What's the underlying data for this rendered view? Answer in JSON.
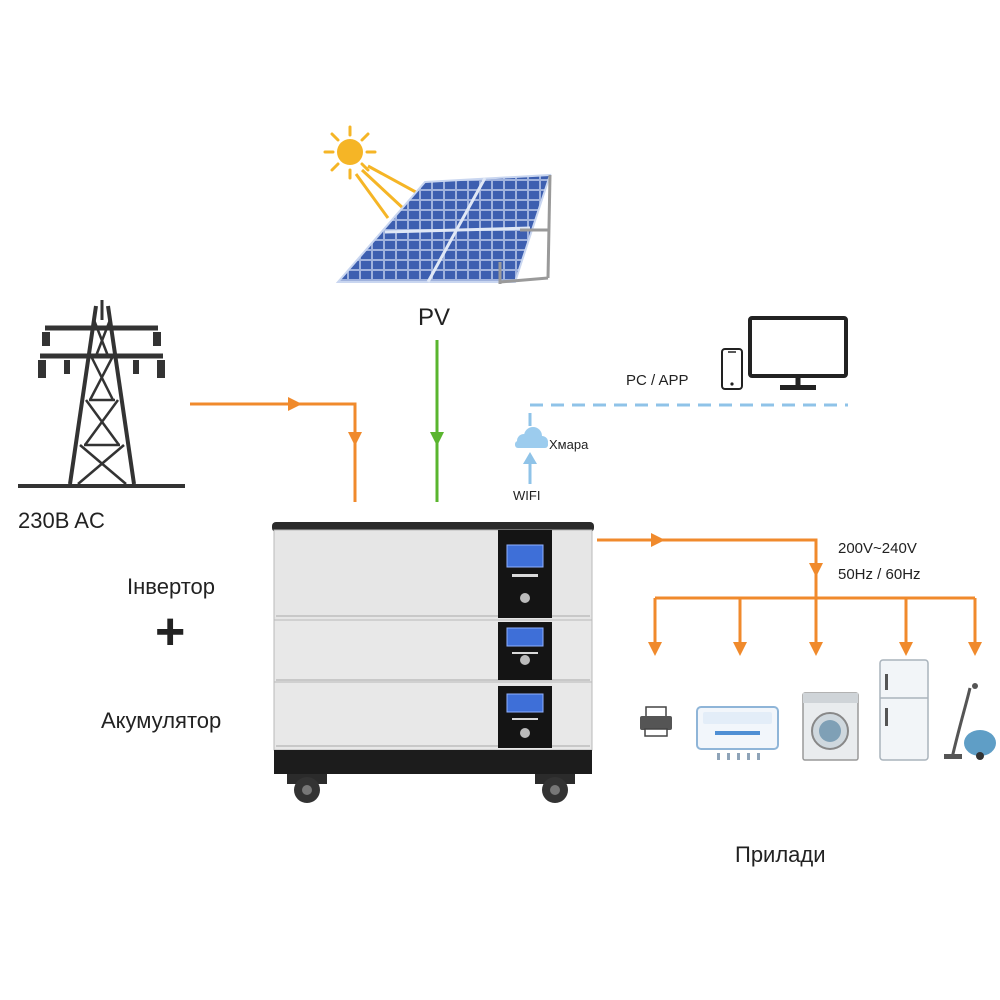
{
  "labels": {
    "pv": "PV",
    "grid": "230B AC",
    "inverter": "Інвертор",
    "plus": "+",
    "battery": "Акумулятор",
    "pc_app": "PC / APP",
    "cloud": "Хмара",
    "wifi": "WIFI",
    "voltage": "200V~240V",
    "frequency": "50Hz / 60Hz",
    "appliances": "Прилади"
  },
  "colors": {
    "ac_flow": "#f08a2c",
    "pv_flow": "#5ab52e",
    "data_link": "#8fc3e8",
    "panel_cell": "#3d5fb0",
    "battery_body": "#e6e6e6",
    "battery_display": "#1a1a1a",
    "sun": "#f5b526"
  },
  "icons": [
    "sun-icon",
    "solar-panel-icon",
    "pylon-icon",
    "battery-stack-icon",
    "cloud-icon",
    "phone-icon",
    "monitor-icon",
    "printer-icon",
    "air-conditioner-icon",
    "washing-machine-icon",
    "fridge-icon",
    "vacuum-icon"
  ]
}
